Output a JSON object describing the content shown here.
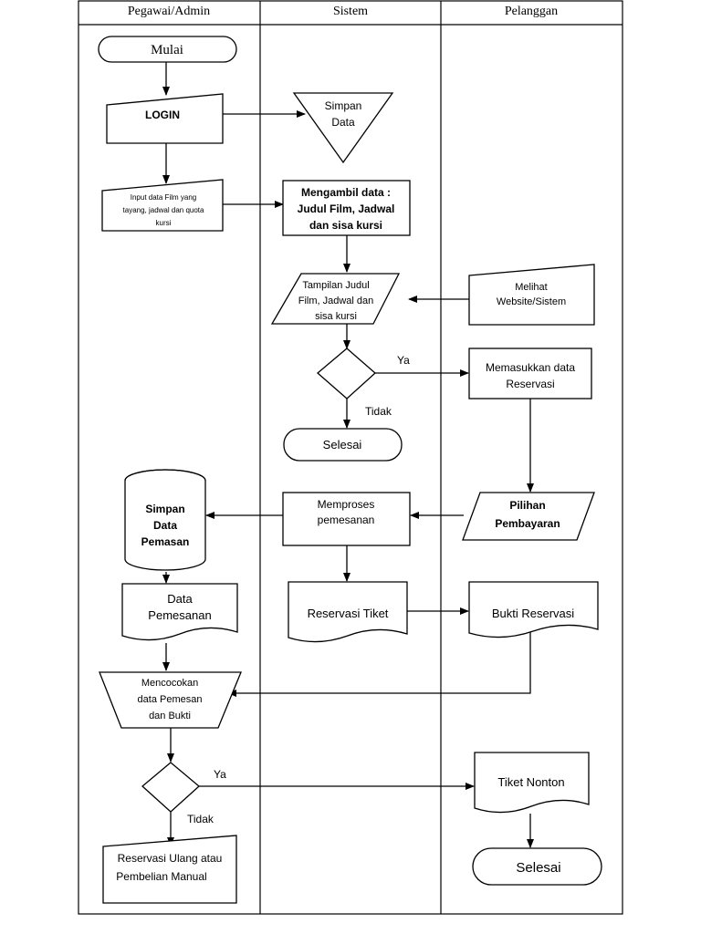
{
  "lanes": [
    "Pegawai/Admin",
    "Sistem",
    "Pelanggan"
  ],
  "nodes": {
    "mulai": "Mulai",
    "login": "LOGIN",
    "simpan_data": [
      "Simpan",
      "Data"
    ],
    "input_film": [
      "Input data Film yang",
      "tayang, jadwal dan quota",
      "kursi"
    ],
    "mengambil_data": [
      "Mengambil data :",
      "Judul Film, Jadwal",
      "dan sisa kursi"
    ],
    "tampilan": [
      "Tampilan Judul",
      "Film, Jadwal dan",
      "sisa kursi"
    ],
    "melihat": [
      "Melihat",
      "Website/Sistem"
    ],
    "memasukkan": [
      "Memasukkan data",
      "Reservasi"
    ],
    "selesai_1": "Selesai",
    "simpan_pemesan": [
      "Simpan",
      "Data",
      "Pemasan"
    ],
    "memproses": [
      "Memproses",
      "pemesanan"
    ],
    "pilihan": [
      "Pilihan",
      "Pembayaran"
    ],
    "data_pemesanan": [
      "Data",
      "Pemesanan"
    ],
    "reservasi_tiket": "Reservasi Tiket",
    "bukti_reservasi": "Bukti Reservasi",
    "mencocokan": [
      "Mencocokan",
      "data Pemesan",
      "dan Bukti"
    ],
    "tiket_nonton": "Tiket Nonton",
    "selesai_2": "Selesai",
    "reservasi_ulang": [
      "Reservasi Ulang atau",
      "Pembelian Manual"
    ]
  },
  "labels": {
    "ya_1": "Ya",
    "tidak_1": "Tidak",
    "ya_2": "Ya",
    "tidak_2": "Tidak"
  }
}
